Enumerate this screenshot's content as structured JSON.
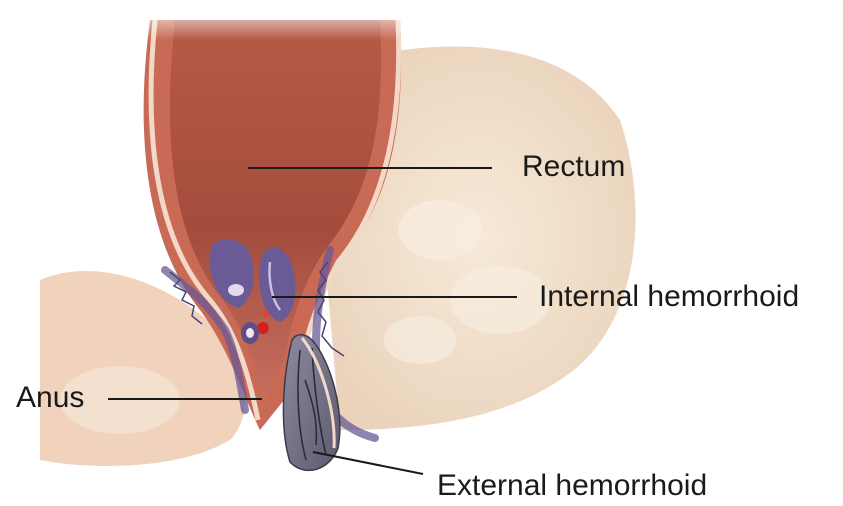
{
  "labels": {
    "rectum": "Rectum",
    "internal_hemorrhoid": "Internal hemorrhoid",
    "anus": "Anus",
    "external_hemorrhoid": "External hemorrhoid"
  },
  "colors": {
    "rectal_wall": "#c86a55",
    "rectal_lumen": "#a8503f",
    "mucosa_lining": "#f3d8c8",
    "hemorrhoid_purple": "#6a5a96",
    "blood_red": "#d02020",
    "fat_tissue": "#f0dfc9",
    "skin": "#f3d3bf",
    "leader_line": "#1a1a1a"
  }
}
